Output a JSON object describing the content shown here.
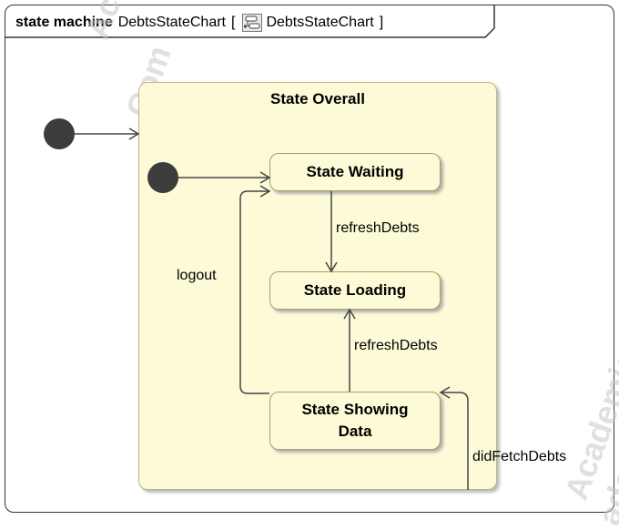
{
  "frame": {
    "keyword": "state machine",
    "name": "DebtsStateChart",
    "open_bracket": "[",
    "icon": "state-machine-icon",
    "ref_name": "DebtsStateChart",
    "close_bracket": "]"
  },
  "watermarks": [
    "Aca",
    "Com",
    "Academic V",
    "ade"
  ],
  "overall": {
    "label": "State Overall"
  },
  "states": {
    "waiting": "State Waiting",
    "loading": "State Loading",
    "showing_line1": "State Showing",
    "showing_line2": "Data"
  },
  "transitions": {
    "waiting_to_loading": "refreshDebts",
    "showing_to_loading": "refreshDebts",
    "showing_to_waiting": "logout",
    "self_showing": "didFetchDebts"
  },
  "colors": {
    "state_fill": "#fdfbd7",
    "state_border": "#a89f60",
    "pseudostate": "#3c3c3c"
  }
}
